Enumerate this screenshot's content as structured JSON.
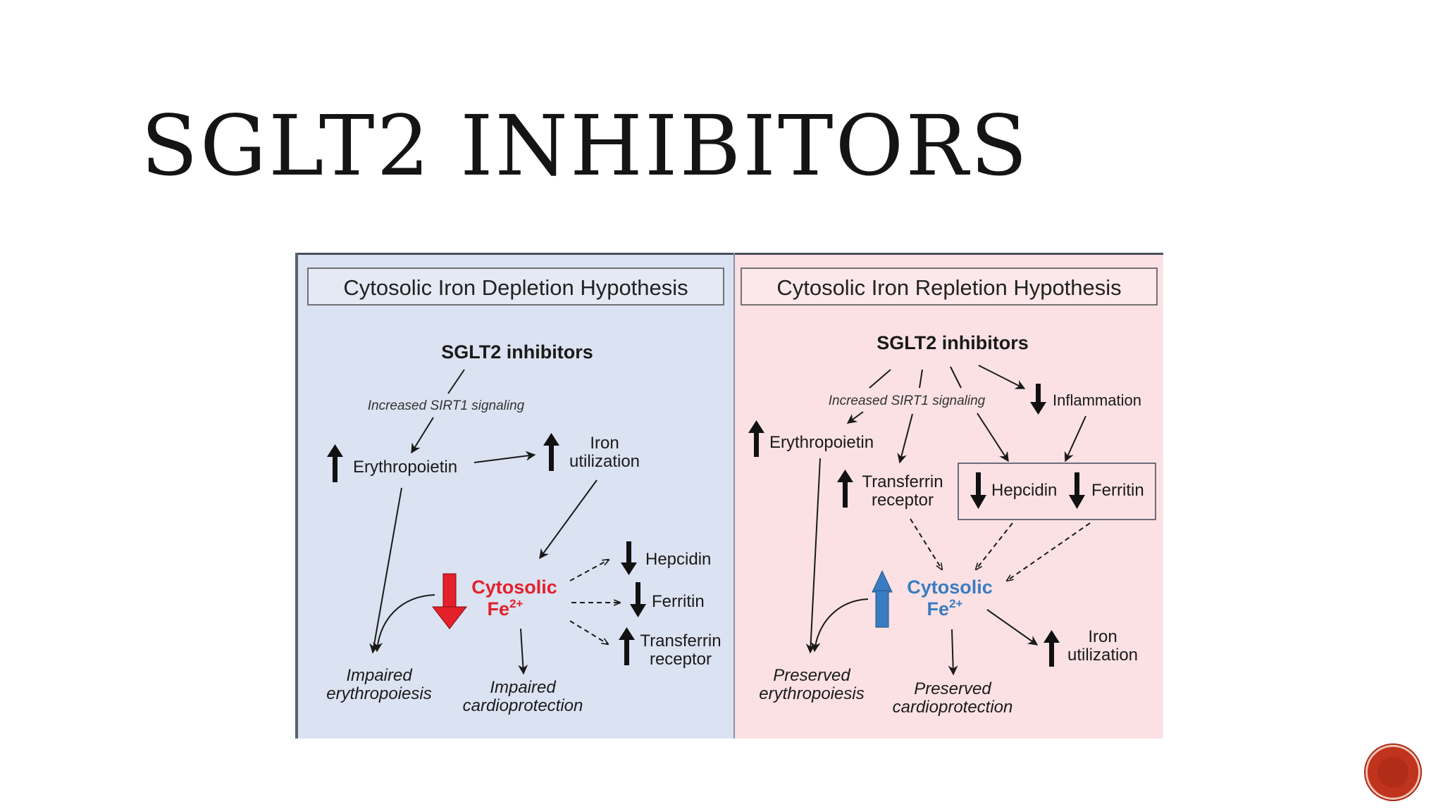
{
  "slide": {
    "title": "SGLT2 INHIBITORS"
  },
  "diagram": {
    "left_panel": {
      "heading": "Cytosolic Iron Depletion Hypothesis",
      "drug": "SGLT2 inhibitors",
      "signal": "Increased SIRT1 signaling",
      "erythropoietin": "Erythropoietin",
      "iron_util_line1": "Iron",
      "iron_util_line2": "utilization",
      "cytosolic_line1": "Cytosolic",
      "fe_symbol": "Fe",
      "fe_charge": "2+",
      "hepcidin": "Hepcidin",
      "ferritin": "Ferritin",
      "transferrin_line1": "Transferrin",
      "transferrin_line2": "receptor",
      "outcome1_line1": "Impaired",
      "outcome1_line2": "erythropoiesis",
      "outcome2_line1": "Impaired",
      "outcome2_line2": "cardioprotection"
    },
    "right_panel": {
      "heading": "Cytosolic Iron Repletion Hypothesis",
      "drug": "SGLT2 inhibitors",
      "signal": "Increased SIRT1 signaling",
      "inflammation": "Inflammation",
      "erythropoietin": "Erythropoietin",
      "transferrin_line1": "Transferrin",
      "transferrin_line2": "receptor",
      "hepcidin": "Hepcidin",
      "ferritin": "Ferritin",
      "cytosolic_line1": "Cytosolic",
      "fe_symbol": "Fe",
      "fe_charge": "2+",
      "iron_util_line1": "Iron",
      "iron_util_line2": "utilization",
      "outcome1_line1": "Preserved",
      "outcome1_line2": "erythropoiesis",
      "outcome2_line1": "Preserved",
      "outcome2_line2": "cardioprotection"
    },
    "colors": {
      "left_bg": "#dbe2f1",
      "right_bg": "#fbe1e3",
      "depletion_red": "#e4202b",
      "repletion_blue": "#3a7cc2",
      "ink": "#1a1a1a"
    }
  },
  "nav": {
    "icon": "next-slide-icon"
  }
}
